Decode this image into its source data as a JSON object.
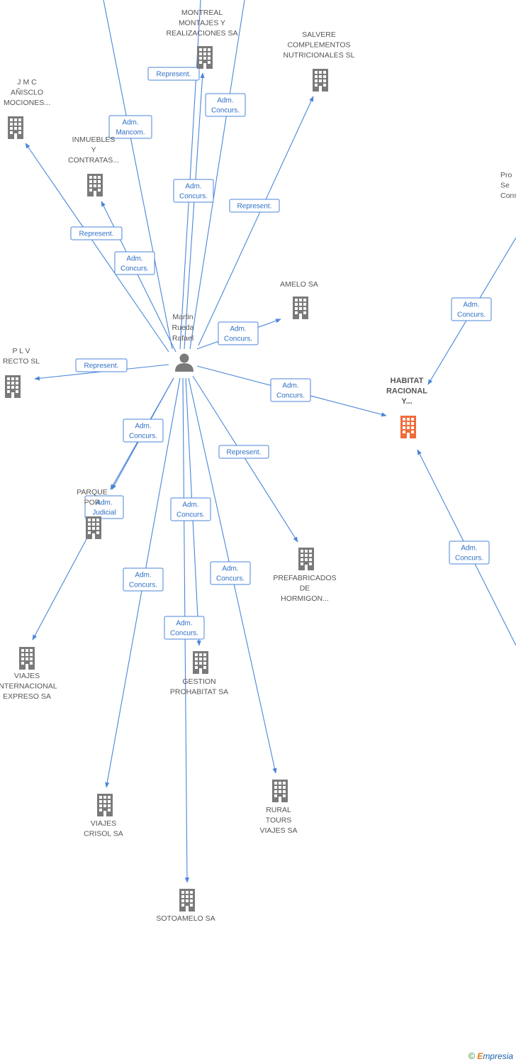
{
  "colors": {
    "edge": "#4a86d8",
    "building": "#7a7a7a",
    "focus_building": "#f26b3a",
    "person": "#7a7a7a"
  },
  "person": {
    "id": "martin",
    "name_lines": [
      "Martin",
      "Rueda",
      "Rafael"
    ],
    "icon": "person-icon"
  },
  "companies": [
    {
      "id": "montreal",
      "lines": [
        "MONTREAL",
        "MONTAJES Y",
        "REALIZACIONES SA"
      ],
      "focus": false
    },
    {
      "id": "salvere",
      "lines": [
        "SALVERE",
        "COMPLEMENTOS",
        "NUTRICIONALES SL"
      ],
      "focus": false
    },
    {
      "id": "jmc",
      "lines": [
        "J M C",
        "AÑISCLO",
        "MOCIONES..."
      ],
      "focus": false
    },
    {
      "id": "inmuebles",
      "lines": [
        "INMUEBLES",
        "Y",
        "CONTRATAS..."
      ],
      "focus": false
    },
    {
      "id": "pro",
      "lines": [
        "Pro",
        "Se",
        "Constr"
      ],
      "focus": false
    },
    {
      "id": "amelo",
      "lines": [
        "AMELO SA"
      ],
      "focus": false
    },
    {
      "id": "plv",
      "lines": [
        "P L V",
        "RECTO SL"
      ],
      "focus": false
    },
    {
      "id": "habitat",
      "lines": [
        "HABITAT",
        "RACIONAL",
        "Y..."
      ],
      "focus": true
    },
    {
      "id": "parque",
      "lines": [
        "PARQUE",
        "POR"
      ],
      "focus": false
    },
    {
      "id": "prefabricados",
      "lines": [
        "PREFABRICADOS",
        "DE",
        "HORMIGON..."
      ],
      "focus": false
    },
    {
      "id": "viajesint",
      "lines": [
        "VIAJES",
        "INTERNACIONAL",
        "EXPRESO SA"
      ],
      "focus": false
    },
    {
      "id": "gestion",
      "lines": [
        "GESTION",
        "PROHABITAT SA"
      ],
      "focus": false
    },
    {
      "id": "crisol",
      "lines": [
        "VIAJES",
        "CRISOL SA"
      ],
      "focus": false
    },
    {
      "id": "rural",
      "lines": [
        "RURAL",
        "TOURS",
        "VIAJES SA"
      ],
      "focus": false
    },
    {
      "id": "sotoamelo",
      "lines": [
        "SOTOAMELO SA"
      ],
      "focus": false
    }
  ],
  "relations": [
    {
      "from": "martin",
      "to": "montreal",
      "label": [
        "Represent."
      ]
    },
    {
      "from": "martin",
      "to": "montreal",
      "label": [
        "Adm.",
        "Concurs."
      ]
    },
    {
      "from": "martin",
      "to": "montreal",
      "label": [
        "Adm.",
        "Concurs."
      ]
    },
    {
      "from": "martin",
      "to": "montreal",
      "label": [
        "Adm.",
        "Mancom."
      ]
    },
    {
      "from": "martin",
      "to": "salvere",
      "label": [
        "Represent."
      ]
    },
    {
      "from": "martin",
      "to": "jmc",
      "label": [
        "Represent."
      ]
    },
    {
      "from": "martin",
      "to": "inmuebles",
      "label": [
        "Adm.",
        "Concurs."
      ]
    },
    {
      "from": "martin",
      "to": "amelo",
      "label": [
        "Adm.",
        "Concurs."
      ]
    },
    {
      "from": "martin",
      "to": "plv",
      "label": [
        "Represent."
      ]
    },
    {
      "from": "martin",
      "to": "habitat",
      "label": [
        "Adm.",
        "Concurs."
      ]
    },
    {
      "from": "pro",
      "to": "habitat",
      "label": [
        "Adm.",
        "Concurs."
      ]
    },
    {
      "from": "offpage",
      "to": "habitat",
      "label": [
        "Adm.",
        "Concurs."
      ]
    },
    {
      "from": "martin",
      "to": "parque",
      "label": [
        "Adm.",
        "Concurs."
      ]
    },
    {
      "from": "martin",
      "to": "parque",
      "label": [
        "Adm.",
        "Judicial"
      ]
    },
    {
      "from": "martin",
      "to": "prefabricados",
      "label": [
        "Represent."
      ]
    },
    {
      "from": "martin",
      "to": "viajesint",
      "label": []
    },
    {
      "from": "martin",
      "to": "gestion",
      "label": [
        "Adm.",
        "Concurs."
      ]
    },
    {
      "from": "martin",
      "to": "crisol",
      "label": [
        "Adm.",
        "Concurs."
      ]
    },
    {
      "from": "martin",
      "to": "rural",
      "label": [
        "Adm.",
        "Concurs."
      ]
    },
    {
      "from": "martin",
      "to": "sotoamelo",
      "label": [
        "Adm.",
        "Concurs."
      ]
    }
  ],
  "footer": {
    "copyright": "©",
    "brand_first": "E",
    "brand_rest": "mpresia"
  }
}
